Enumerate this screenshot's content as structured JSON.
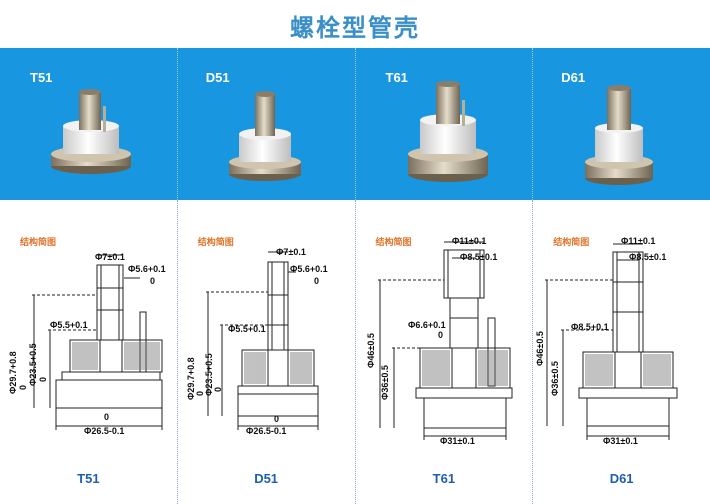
{
  "page": {
    "title": "螺栓型管壳"
  },
  "structure_label": "结构简图",
  "models": [
    {
      "name": "T51",
      "dims": {
        "top_dia": "Φ7±0.1",
        "pin_dia": "Φ5.6+0.1",
        "pin_dia_tol": "0",
        "inner_dia": "Φ5.5+0.1",
        "height_total": "Φ29.7+0.8",
        "height_total_tol": "0",
        "height_body": "Φ23.5+0.5",
        "height_body_tol": "0",
        "base_dia": "Φ26.5-0.1",
        "base_dia_tol": "0"
      }
    },
    {
      "name": "D51",
      "dims": {
        "top_dia": "Φ7±0.1",
        "pin_dia": "Φ5.6+0.1",
        "pin_dia_tol": "0",
        "inner_dia": "Φ5.5+0.1",
        "height_total": "Φ29.7+0.8",
        "height_total_tol": "0",
        "height_body": "Φ23.5+0.5",
        "height_body_tol": "0",
        "base_dia": "Φ26.5-0.1",
        "base_dia_tol": "0"
      }
    },
    {
      "name": "T61",
      "dims": {
        "top_dia": "Φ11±0.1",
        "mid_dia": "Φ8.5±0.1",
        "inner_dia": "Φ6.6+0.1",
        "inner_dia_tol": "0",
        "height_total": "Φ46±0.5",
        "height_body": "Φ36±0.5",
        "base_dia": "Φ31±0.1"
      }
    },
    {
      "name": "D61",
      "dims": {
        "top_dia": "Φ11±0.1",
        "mid_dia": "Φ8.5±0.1",
        "inner_dia": "Φ8.5+0.1",
        "height_total": "Φ46±0.5",
        "height_body": "Φ36±0.5",
        "base_dia": "Φ31±0.1"
      }
    }
  ]
}
